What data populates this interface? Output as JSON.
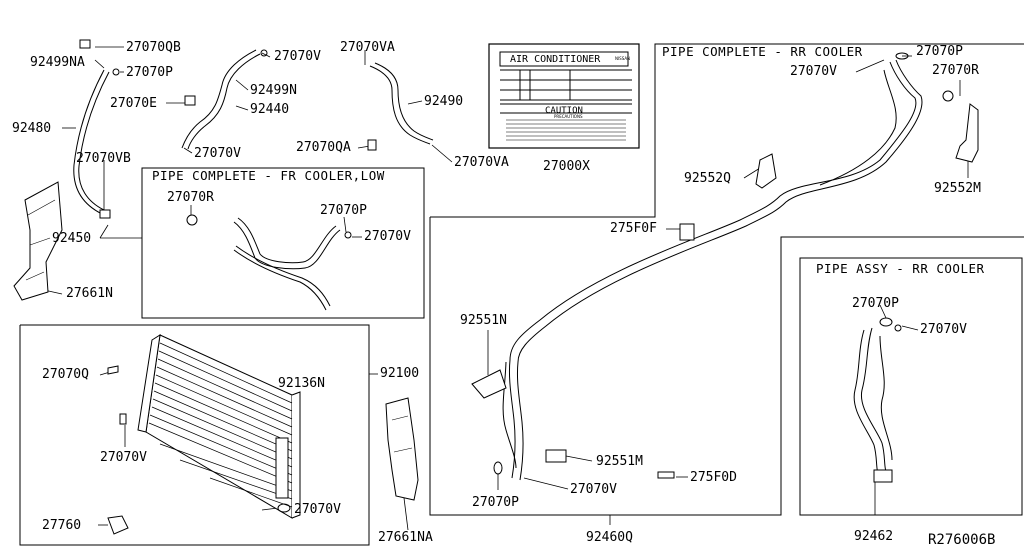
{
  "diagram_id": "R276006B",
  "sections": {
    "fr_cooler_low": "PIPE COMPLETE - FR COOLER,LOW",
    "rr_cooler": "PIPE COMPLETE - RR COOLER",
    "pipe_assy_rr": "PIPE ASSY - RR COOLER"
  },
  "label_card": {
    "title": "AIR CONDITIONER",
    "brand": "NISSAN",
    "caution": "CAUTION",
    "precautions": "PRECAUTIONS"
  },
  "callouts": {
    "c27070QB": "27070QB",
    "c92499NA": "92499NA",
    "c27070P_a": "27070P",
    "c92480": "92480",
    "c27070E": "27070E",
    "c27070V_a": "27070V",
    "c92499N": "92499N",
    "c92440": "92440",
    "c27070V_b": "27070V",
    "c27070VA_a": "27070VA",
    "c92490": "92490",
    "c27070QA": "27070QA",
    "c27070VA_b": "27070VA",
    "c27000X": "27000X",
    "c27070VB": "27070VB",
    "c92450": "92450",
    "c27661N": "27661N",
    "c27070R_a": "27070R",
    "c27070P_b": "27070P",
    "c27070V_c": "27070V",
    "c27070P_c": "27070P",
    "c27070V_d": "27070V",
    "c27070R_b": "27070R",
    "c92552Q": "92552Q",
    "c92552M": "92552M",
    "c275F0F": "275F0F",
    "c92551N": "92551N",
    "c92551M": "92551M",
    "c275F0D": "275F0D",
    "c27070P_d": "27070P",
    "c27070V_e": "27070V",
    "c92460Q": "92460Q",
    "c27070P_e": "27070P",
    "c27070V_f": "27070V",
    "c92462": "92462",
    "c27070Q": "27070Q",
    "c92136N": "92136N",
    "c92100": "92100",
    "c27070V_g": "27070V",
    "c27070V_h": "27070V",
    "c27760": "27760",
    "c27661NA": "27661NA"
  }
}
